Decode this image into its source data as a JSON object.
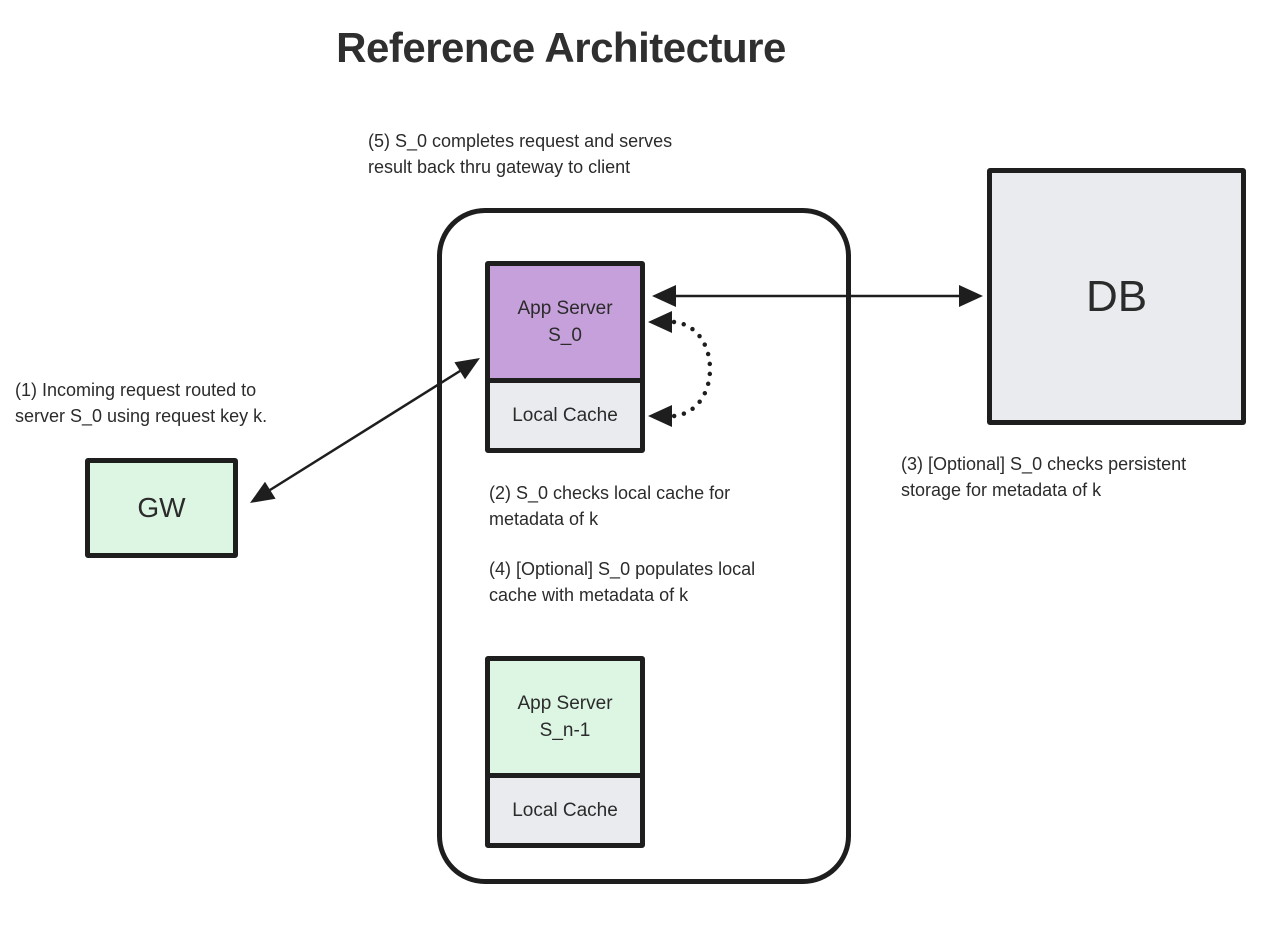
{
  "title": "Reference Architecture",
  "colors": {
    "server_highlight": "#c6a0da",
    "server_normal": "#ddf6e3",
    "cache_fill": "#e9ebee",
    "outline": "#1e1e1e",
    "text": "#2b2b2b"
  },
  "nodes": {
    "gateway": {
      "label": "GW"
    },
    "database": {
      "label": "DB"
    },
    "server0": {
      "title_line1": "App Server",
      "title_line2": "S_0",
      "cache_label": "Local Cache"
    },
    "serverN": {
      "title_line1": "App Server",
      "title_line2": "S_n-1",
      "cache_label": "Local Cache"
    }
  },
  "steps": [
    {
      "lines": [
        "(1) Incoming request routed to",
        "server S_0 using request key k."
      ]
    },
    {
      "lines": [
        "(2) S_0 checks local cache for",
        "metadata of k"
      ]
    },
    {
      "lines": [
        "(3) [Optional] S_0 checks persistent",
        "storage for metadata of k"
      ]
    },
    {
      "lines": [
        "(4) [Optional] S_0 populates local",
        "cache with metadata of k"
      ]
    },
    {
      "lines": [
        "(5) S_0 completes request and serves",
        "result back thru gateway to client"
      ]
    }
  ]
}
